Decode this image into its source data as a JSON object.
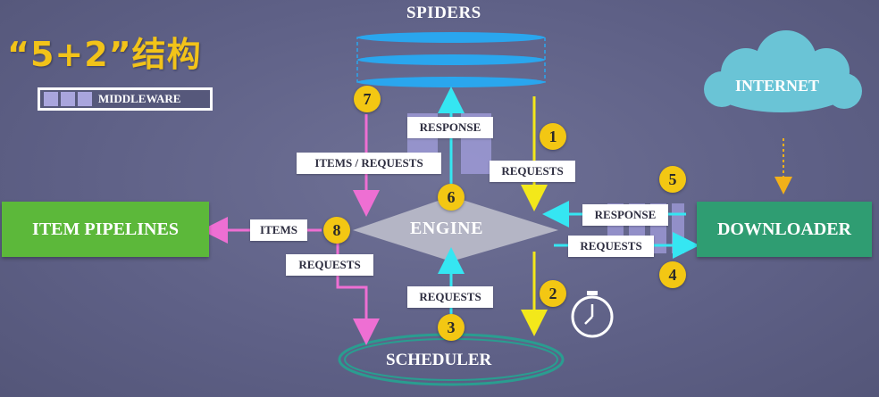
{
  "title": "“5+2”结构",
  "legend": {
    "label": "MIDDLEWARE"
  },
  "components": {
    "spiders": "SPIDERS",
    "engine": "ENGINE",
    "scheduler": "SCHEDULER",
    "internet": "INTERNET",
    "item_pipelines": "ITEM PIPELINES",
    "downloader": "DOWNLOADER"
  },
  "labels": {
    "response_top": "RESPONSE",
    "items_requests": "ITEMS / REQUESTS",
    "requests_1": "REQUESTS",
    "response_5": "RESPONSE",
    "requests_4": "REQUESTS",
    "items": "ITEMS",
    "requests_8": "REQUESTS",
    "requests_3": "REQUESTS"
  },
  "steps": [
    "1",
    "2",
    "3",
    "4",
    "5",
    "6",
    "7",
    "8"
  ],
  "colors": {
    "yellow": "#f3e81a",
    "cyan": "#35e6f2",
    "pink": "#ee6fd3",
    "orange": "#f2b01a"
  }
}
